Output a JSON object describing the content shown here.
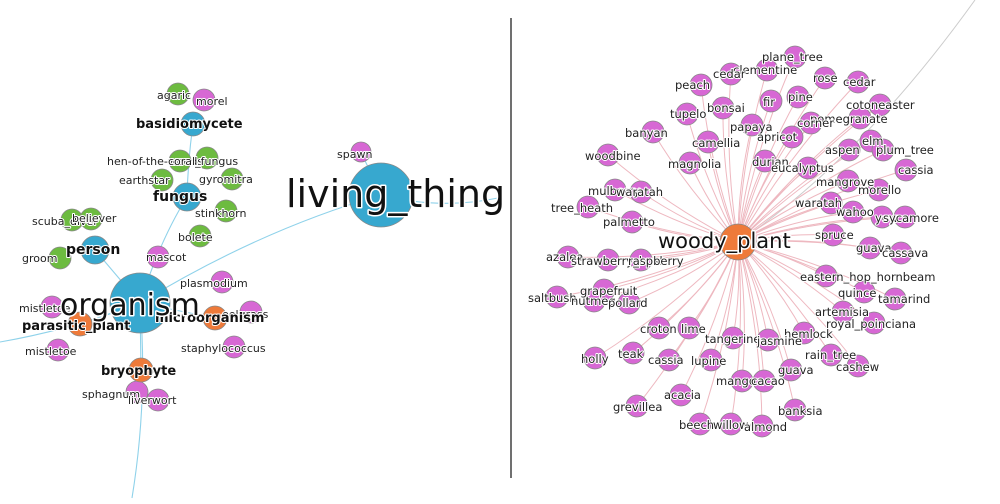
{
  "colors": {
    "blue": "#37a8cf",
    "orange": "#ee7a3a",
    "violet": "#d768d4",
    "green": "#6dbb40",
    "edge_blue": "#8fd2ea",
    "edge_pink": "#eeb8c0",
    "divider": "#111111"
  },
  "left_graph": {
    "nodes": [
      {
        "id": "living_thing",
        "label": "living_thing",
        "kind": "blue",
        "size": "huge"
      },
      {
        "id": "spawn",
        "label": "spawn",
        "kind": "violet",
        "size": "small"
      },
      {
        "id": "organism",
        "label": "organism",
        "kind": "blue",
        "size": "huge"
      },
      {
        "id": "fungus",
        "label": "fungus",
        "kind": "blue",
        "size": "bold"
      },
      {
        "id": "basidiomycete",
        "label": "basidiomycete",
        "kind": "blue",
        "size": "bold"
      },
      {
        "id": "person",
        "label": "person",
        "kind": "blue",
        "size": "bold"
      },
      {
        "id": "microorganism",
        "label": "microorganism",
        "kind": "orange",
        "size": "bold"
      },
      {
        "id": "parasitic_plant",
        "label": "parasitic_plant",
        "kind": "orange",
        "size": "bold"
      },
      {
        "id": "bryophyte",
        "label": "bryophyte",
        "kind": "orange",
        "size": "bold"
      },
      {
        "id": "agaric",
        "label": "agaric",
        "kind": "green",
        "size": "small"
      },
      {
        "id": "morel",
        "label": "morel",
        "kind": "violet",
        "size": "small"
      },
      {
        "id": "hen-of-the-woods",
        "label": "hen-of-the-woods",
        "kind": "green",
        "size": "small"
      },
      {
        "id": "coral_fungus",
        "label": "coral_fungus",
        "kind": "green",
        "size": "small"
      },
      {
        "id": "earthstar",
        "label": "earthstar",
        "kind": "green",
        "size": "small"
      },
      {
        "id": "gyromitra",
        "label": "gyromitra",
        "kind": "green",
        "size": "small"
      },
      {
        "id": "stinkhorn",
        "label": "stinkhorn",
        "kind": "green",
        "size": "small"
      },
      {
        "id": "bolete",
        "label": "bolete",
        "kind": "green",
        "size": "small"
      },
      {
        "id": "scuba_diver",
        "label": "scuba_diver",
        "kind": "green",
        "size": "small"
      },
      {
        "id": "believer",
        "label": "believer",
        "kind": "green",
        "size": "small"
      },
      {
        "id": "groom",
        "label": "groom",
        "kind": "green",
        "size": "small"
      },
      {
        "id": "mascot",
        "label": "mascot",
        "kind": "violet",
        "size": "small"
      },
      {
        "id": "plasmodium",
        "label": "plasmodium",
        "kind": "violet",
        "size": "small"
      },
      {
        "id": "eelgrass",
        "label": "eelgrass",
        "kind": "violet",
        "size": "small"
      },
      {
        "id": "staphylococcus",
        "label": "staphylococcus",
        "kind": "violet",
        "size": "small"
      },
      {
        "id": "mistletoe_a",
        "label": "mistletoe",
        "kind": "violet",
        "size": "small"
      },
      {
        "id": "mistletoe_b",
        "label": "mistletoe",
        "kind": "violet",
        "size": "small"
      },
      {
        "id": "sphagnum",
        "label": "sphagnum",
        "kind": "violet",
        "size": "small"
      },
      {
        "id": "liverwort",
        "label": "liverwort",
        "kind": "violet",
        "size": "small"
      }
    ]
  },
  "right_graph": {
    "hub": {
      "id": "woody_plant",
      "label": "woody_plant",
      "kind": "orange"
    },
    "leaves": [
      "plane_tree",
      "clementine",
      "cedar",
      "rose",
      "cedar",
      "peach",
      "fir",
      "pine",
      "cotoneaster",
      "pomegranate",
      "bonsai",
      "tupelo",
      "papaya",
      "corner",
      "elm",
      "apricot",
      "aspen",
      "plum_tree",
      "banyan",
      "camellia",
      "cassia",
      "durian",
      "woodbine",
      "magnolia",
      "eucalyptus",
      "morello",
      "mangrove",
      "mulberry",
      "waratah",
      "waratah",
      "wahoo",
      "yew",
      "sycamore",
      "tree_heath",
      "palmetto",
      "spruce",
      "guava",
      "cassava",
      "azalea",
      "strawberry_bush",
      "raspberry",
      "eastern_hop_hornbeam",
      "grapefruit",
      "quince",
      "tamarind",
      "saltbush",
      "nutmeg",
      "pollard",
      "artemisia",
      "royal_poinciana",
      "croton",
      "lime",
      "hemlock",
      "tangerine",
      "jasmine",
      "rain_tree",
      "cashew",
      "holly",
      "teak",
      "cassia",
      "lupine",
      "guava",
      "mango",
      "cacao",
      "acacia",
      "banksia",
      "grevillea",
      "beech",
      "willow",
      "almond"
    ]
  }
}
